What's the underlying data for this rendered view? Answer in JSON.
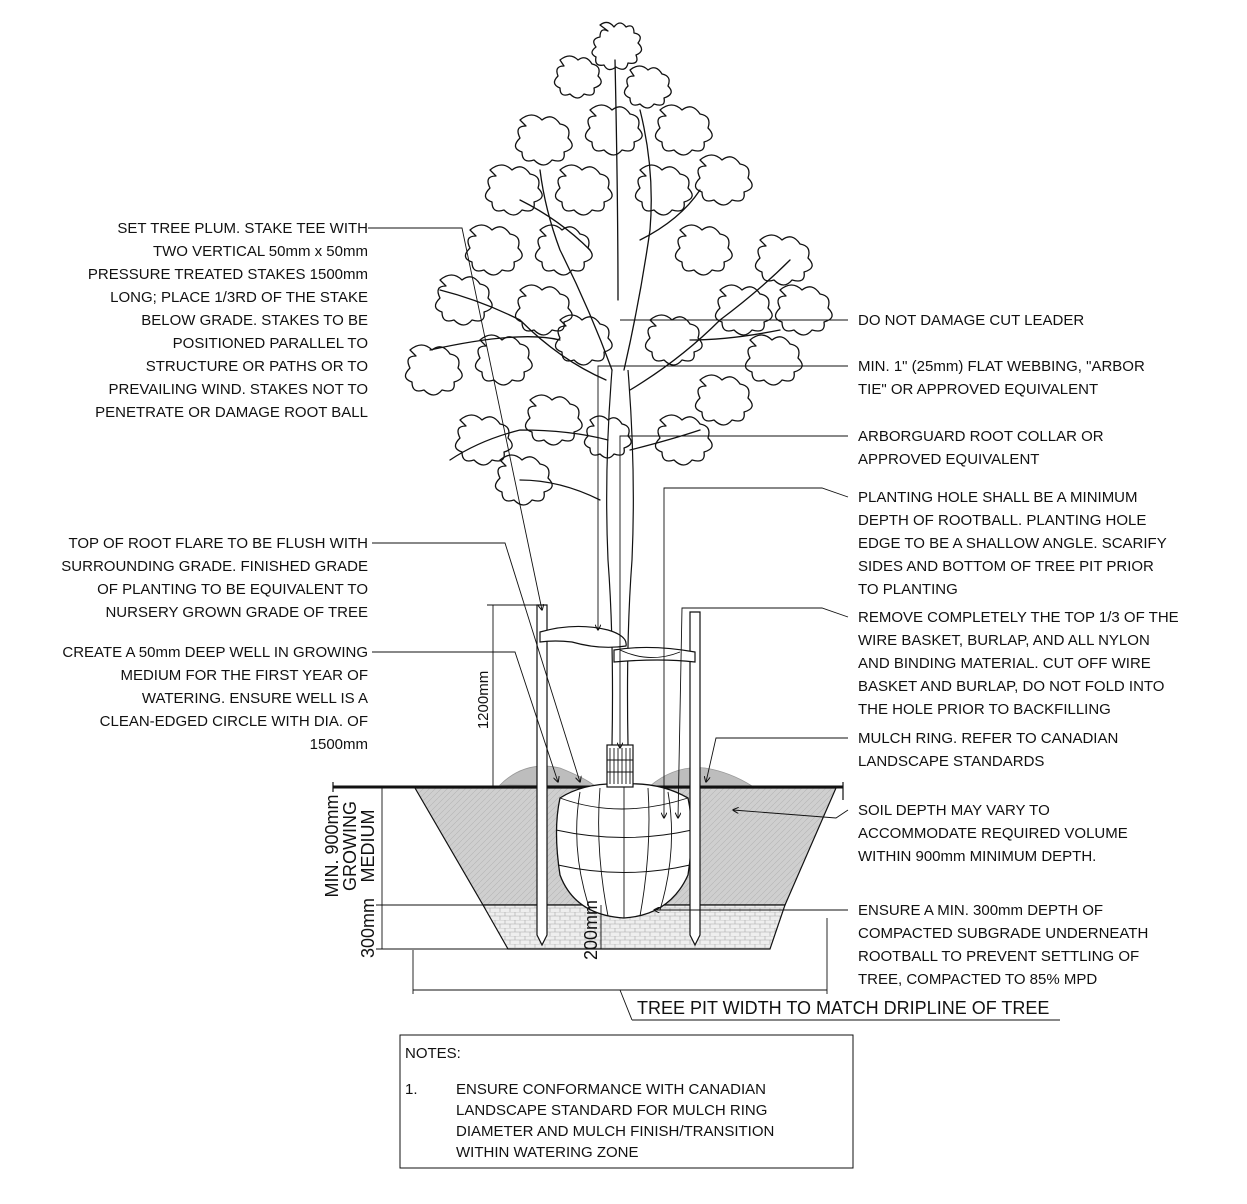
{
  "callouts_left": {
    "stake": [
      "SET TREE PLUM. STAKE TEE WITH",
      "TWO VERTICAL 50mm x 50mm",
      "PRESSURE TREATED STAKES 1500mm",
      "LONG; PLACE 1/3RD OF THE STAKE",
      "BELOW GRADE. STAKES TO BE",
      "POSITIONED PARALLEL TO",
      "STRUCTURE OR PATHS OR TO",
      "PREVAILING WIND. STAKES NOT TO",
      "PENETRATE OR DAMAGE ROOT BALL"
    ],
    "root_flare": [
      "TOP OF ROOT FLARE TO BE FLUSH WITH",
      "SURROUNDING GRADE. FINISHED GRADE",
      "OF PLANTING TO BE EQUIVALENT TO",
      "NURSERY GROWN GRADE OF TREE"
    ],
    "well": [
      "CREATE A 50mm DEEP WELL IN GROWING",
      "MEDIUM FOR THE FIRST YEAR OF",
      "WATERING. ENSURE WELL IS A",
      "CLEAN-EDGED CIRCLE WITH DIA. OF",
      "1500mm"
    ]
  },
  "callouts_right": {
    "leader": [
      "DO NOT DAMAGE CUT LEADER"
    ],
    "webbing": [
      "MIN. 1\" (25mm) FLAT WEBBING, \"ARBOR",
      "TIE\" OR APPROVED EQUIVALENT"
    ],
    "arborguard": [
      "ARBORGUARD ROOT COLLAR OR",
      "APPROVED EQUIVALENT"
    ],
    "planting_hole": [
      "PLANTING HOLE SHALL BE A MINIMUM",
      "DEPTH OF ROOTBALL. PLANTING HOLE",
      "EDGE TO BE A SHALLOW ANGLE. SCARIFY",
      "SIDES AND BOTTOM OF TREE PIT PRIOR",
      "TO PLANTING"
    ],
    "basket": [
      "REMOVE COMPLETELY THE TOP 1/3 OF THE",
      "WIRE BASKET, BURLAP, AND ALL NYLON",
      "AND BINDING MATERIAL. CUT OFF WIRE",
      "BASKET AND BURLAP, DO NOT FOLD INTO",
      "THE HOLE PRIOR TO BACKFILLING"
    ],
    "mulch": [
      "MULCH RING. REFER TO CANADIAN",
      "LANDSCAPE STANDARDS"
    ],
    "soil": [
      "SOIL DEPTH MAY VARY TO",
      "ACCOMMODATE REQUIRED VOLUME",
      "WITHIN 900mm MINIMUM DEPTH."
    ],
    "subgrade": [
      "ENSURE A MIN. 300mm DEPTH OF",
      "COMPACTED SUBGRADE UNDERNEATH",
      "ROOTBALL TO PREVENT SETTLING OF",
      "TREE, COMPACTED TO 85% MPD"
    ]
  },
  "dimensions": {
    "stake_height": "1200mm",
    "growing_medium": [
      "MIN. 900mm",
      "GROWING",
      "MEDIUM"
    ],
    "subgrade_depth": "300mm",
    "rootball_clearance": "200mm",
    "pit_width": "TREE PIT WIDTH TO MATCH DRIPLINE OF TREE"
  },
  "notes": {
    "heading": "NOTES:",
    "items": [
      {
        "num": "1.",
        "lines": [
          "ENSURE CONFORMANCE WITH CANADIAN",
          "LANDSCAPE STANDARD FOR MULCH RING",
          "DIAMETER AND MULCH FINISH/TRANSITION",
          "WITHIN WATERING ZONE"
        ]
      }
    ]
  },
  "colors": {
    "soil": "#cfcfcf",
    "subgrade": "#ebebeb",
    "mulch": "#bdbdbd",
    "ink": "#111111"
  }
}
